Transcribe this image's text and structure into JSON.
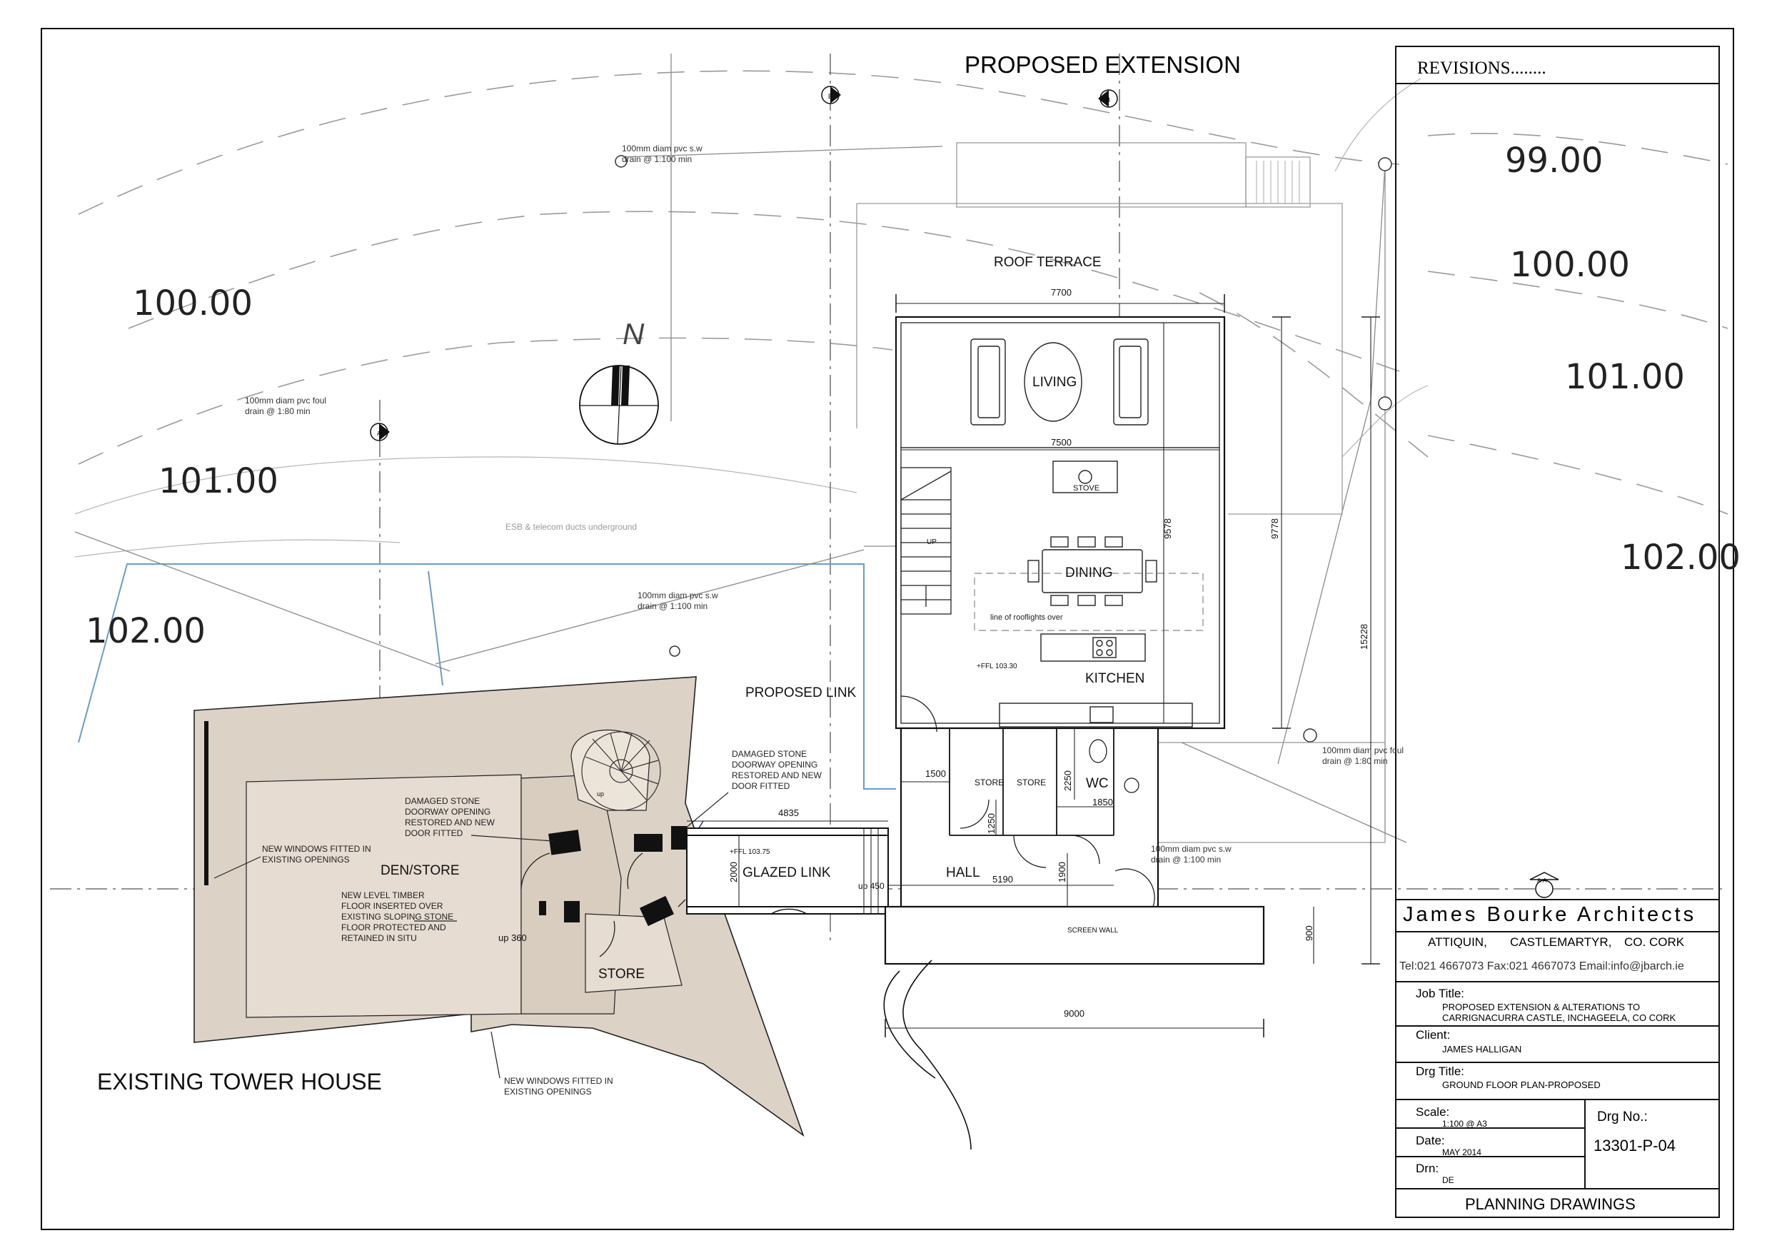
{
  "header": {
    "title": "PROPOSED EXTENSION"
  },
  "contours": [
    {
      "label": "100.00"
    },
    {
      "label": "101.00"
    },
    {
      "label": "102.00"
    },
    {
      "label": "99.00"
    },
    {
      "label": "100.00"
    },
    {
      "label": "101.00"
    },
    {
      "label": "102.00"
    }
  ],
  "notes": {
    "sw_drain_top": [
      "100mm diam pvc s.w",
      "drain @ 1:100 min"
    ],
    "foul_drain_left": [
      "100mm diam pvc foul",
      "drain @ 1:80 min"
    ],
    "esb_ducts": "ESB & telecom ducts underground",
    "sw_drain_mid": [
      "100mm diam pvc s.w",
      "drain @ 1:100 min"
    ],
    "foul_drain_right": [
      "100mm diam pvc foul",
      "drain @ 1:80 min"
    ],
    "sw_drain_low": [
      "100mm diam pvc s.w",
      "drain @ 1:100 min"
    ],
    "damaged_right": [
      "DAMAGED STONE",
      "DOORWAY OPENING",
      "RESTORED AND NEW",
      "DOOR FITTED"
    ],
    "damaged_left": [
      "DAMAGED STONE",
      "DOORWAY OPENING",
      "RESTORED AND NEW",
      "DOOR FITTED"
    ],
    "new_windows_left": [
      "NEW WINDOWS FITTED IN",
      "EXISTING OPENINGS"
    ],
    "timber_floor": [
      "NEW LEVEL TIMBER",
      "FLOOR INSERTED OVER",
      "EXISTING SLOPING STONE",
      "FLOOR PROTECTED AND",
      "RETAINED IN SITU"
    ],
    "new_windows_bottom": [
      "NEW WINDOWS FITTED IN",
      "EXISTING OPENINGS"
    ],
    "rooflights": "line of rooflights over"
  },
  "rooms": {
    "roof_terrace": "ROOF TERRACE",
    "living": "LIVING",
    "stove": "STOVE",
    "dining": "DINING",
    "kitchen": "KITCHEN",
    "proposed_link": "PROPOSED LINK",
    "store1": "STORE",
    "store2": "STORE",
    "wc": "WC",
    "hall": "HALL",
    "glazed_link": "GLAZED LINK",
    "den_store": "DEN/STORE",
    "store_tower": "STORE",
    "screen_wall": "SCREEN WALL",
    "existing_tower": "EXISTING TOWER HOUSE",
    "up": "UP",
    "up_stair": "up",
    "up360": "up 360",
    "up450": "up 450",
    "north": "N"
  },
  "levels": {
    "ffl_ext": "+FFL 103.30",
    "ffl_link": "+FFL 103.75"
  },
  "dimensions": {
    "d7700": "7700",
    "d7500": "7500",
    "d9578": "9578",
    "d9778": "9778",
    "d15228": "15228",
    "d4835": "4835",
    "d1500": "1500",
    "d2250": "2250",
    "d1850": "1850",
    "d1250": "1250",
    "d2000": "2000",
    "d5190": "5190",
    "d1900": "1900",
    "d900": "900",
    "d9000": "9000"
  },
  "section_marks": {
    "b1": "B",
    "b2": "B",
    "a1": "A",
    "a2": "A",
    "aa": "A-A"
  },
  "title_block": {
    "revisions": "REVISIONS........",
    "firm": "James Bourke Architects",
    "addr1": "ATTIQUIN,",
    "addr2": "CASTLEMARTYR,",
    "addr3": "CO. CORK",
    "contact": "Tel:021  4667073  Fax:021  4667073  Email:info@jbarch.ie",
    "job_title_label": "Job Title:",
    "job_title_1": "PROPOSED EXTENSION  & ALTERATIONS TO",
    "job_title_2": "CARRIGNACURRA CASTLE, INCHAGEELA, CO CORK",
    "client_label": "Client:",
    "client": "JAMES HALLIGAN",
    "drg_title_label": "Drg Title:",
    "drg_title": "GROUND FLOOR  PLAN-PROPOSED",
    "scale_label": "Scale:",
    "scale": "1:100 @ A3",
    "drg_no_label": "Drg No.:",
    "drg_no": "13301-P-04",
    "date_label": "Date:",
    "date": "MAY 2014",
    "drn_label": "Drn:",
    "drn": "DE",
    "footer": "PLANNING DRAWINGS"
  }
}
